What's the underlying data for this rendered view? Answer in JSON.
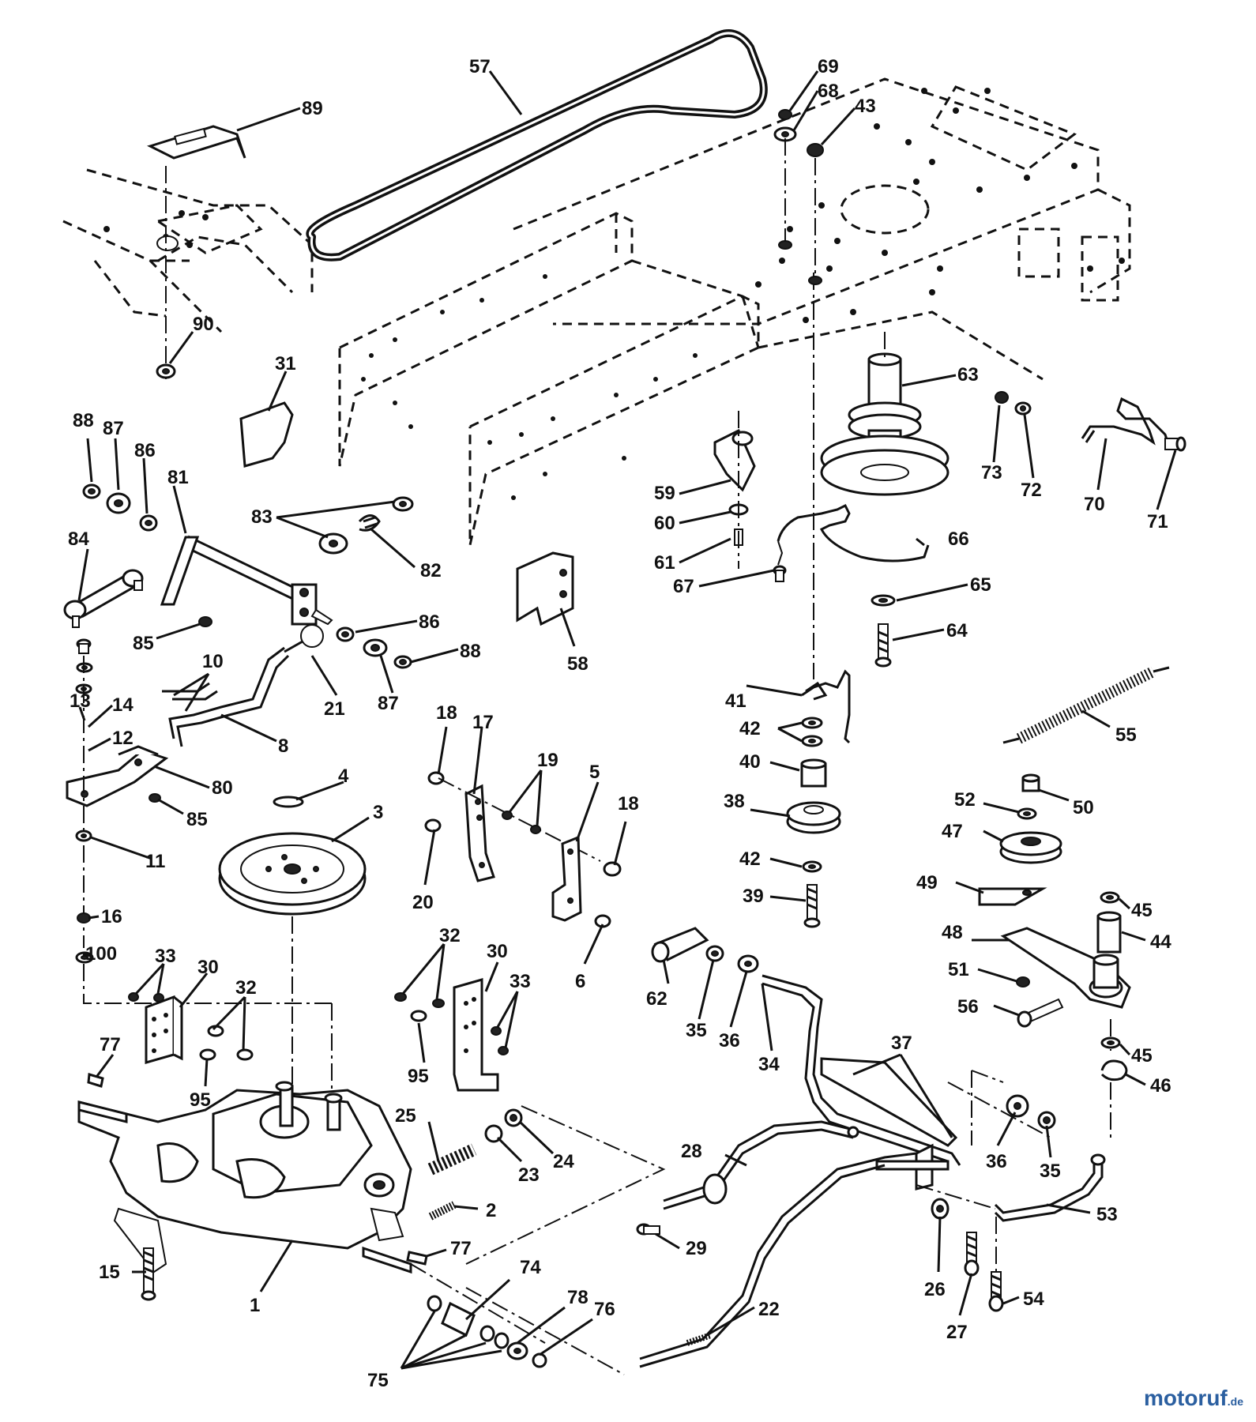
{
  "watermark": {
    "text": "motoruf",
    "suffix": ".de"
  },
  "callouts": [
    {
      "id": "57",
      "label": "57"
    },
    {
      "id": "89",
      "label": "89"
    },
    {
      "id": "69",
      "label": "69"
    },
    {
      "id": "68",
      "label": "68"
    },
    {
      "id": "43",
      "label": "43"
    },
    {
      "id": "90",
      "label": "90"
    },
    {
      "id": "31",
      "label": "31"
    },
    {
      "id": "63",
      "label": "63"
    },
    {
      "id": "88a",
      "label": "88"
    },
    {
      "id": "87a",
      "label": "87"
    },
    {
      "id": "86a",
      "label": "86"
    },
    {
      "id": "81",
      "label": "81"
    },
    {
      "id": "84",
      "label": "84"
    },
    {
      "id": "83",
      "label": "83"
    },
    {
      "id": "82",
      "label": "82"
    },
    {
      "id": "85a",
      "label": "85"
    },
    {
      "id": "86b",
      "label": "86"
    },
    {
      "id": "88b",
      "label": "88"
    },
    {
      "id": "87b",
      "label": "87"
    },
    {
      "id": "10",
      "label": "10"
    },
    {
      "id": "21",
      "label": "21"
    },
    {
      "id": "8",
      "label": "8"
    },
    {
      "id": "58",
      "label": "58"
    },
    {
      "id": "59",
      "label": "59"
    },
    {
      "id": "60",
      "label": "60"
    },
    {
      "id": "61",
      "label": "61"
    },
    {
      "id": "67",
      "label": "67"
    },
    {
      "id": "66",
      "label": "66"
    },
    {
      "id": "65",
      "label": "65"
    },
    {
      "id": "64",
      "label": "64"
    },
    {
      "id": "73",
      "label": "73"
    },
    {
      "id": "72",
      "label": "72"
    },
    {
      "id": "70",
      "label": "70"
    },
    {
      "id": "71",
      "label": "71"
    },
    {
      "id": "13",
      "label": "13"
    },
    {
      "id": "14",
      "label": "14"
    },
    {
      "id": "12",
      "label": "12"
    },
    {
      "id": "80",
      "label": "80"
    },
    {
      "id": "85b",
      "label": "85"
    },
    {
      "id": "11",
      "label": "11"
    },
    {
      "id": "4",
      "label": "4"
    },
    {
      "id": "3",
      "label": "3"
    },
    {
      "id": "18a",
      "label": "18"
    },
    {
      "id": "17",
      "label": "17"
    },
    {
      "id": "19",
      "label": "19"
    },
    {
      "id": "5",
      "label": "5"
    },
    {
      "id": "18b",
      "label": "18"
    },
    {
      "id": "20",
      "label": "20"
    },
    {
      "id": "6",
      "label": "6"
    },
    {
      "id": "41",
      "label": "41"
    },
    {
      "id": "42a",
      "label": "42"
    },
    {
      "id": "40",
      "label": "40"
    },
    {
      "id": "38",
      "label": "38"
    },
    {
      "id": "42b",
      "label": "42"
    },
    {
      "id": "39",
      "label": "39"
    },
    {
      "id": "55",
      "label": "55"
    },
    {
      "id": "52",
      "label": "52"
    },
    {
      "id": "50",
      "label": "50"
    },
    {
      "id": "47",
      "label": "47"
    },
    {
      "id": "49",
      "label": "49"
    },
    {
      "id": "45a",
      "label": "45"
    },
    {
      "id": "44",
      "label": "44"
    },
    {
      "id": "48",
      "label": "48"
    },
    {
      "id": "51",
      "label": "51"
    },
    {
      "id": "56",
      "label": "56"
    },
    {
      "id": "45b",
      "label": "45"
    },
    {
      "id": "46",
      "label": "46"
    },
    {
      "id": "16",
      "label": "16"
    },
    {
      "id": "100",
      "label": "100"
    },
    {
      "id": "33a",
      "label": "33"
    },
    {
      "id": "30a",
      "label": "30"
    },
    {
      "id": "32a",
      "label": "32"
    },
    {
      "id": "77a",
      "label": "77"
    },
    {
      "id": "95a",
      "label": "95"
    },
    {
      "id": "32b",
      "label": "32"
    },
    {
      "id": "30b",
      "label": "30"
    },
    {
      "id": "33b",
      "label": "33"
    },
    {
      "id": "95b",
      "label": "95"
    },
    {
      "id": "62",
      "label": "62"
    },
    {
      "id": "35a",
      "label": "35"
    },
    {
      "id": "36a",
      "label": "36"
    },
    {
      "id": "34",
      "label": "34"
    },
    {
      "id": "37",
      "label": "37"
    },
    {
      "id": "25",
      "label": "25"
    },
    {
      "id": "23",
      "label": "23"
    },
    {
      "id": "24",
      "label": "24"
    },
    {
      "id": "2",
      "label": "2"
    },
    {
      "id": "28",
      "label": "28"
    },
    {
      "id": "36b",
      "label": "36"
    },
    {
      "id": "35b",
      "label": "35"
    },
    {
      "id": "53",
      "label": "53"
    },
    {
      "id": "29",
      "label": "29"
    },
    {
      "id": "26",
      "label": "26"
    },
    {
      "id": "27",
      "label": "27"
    },
    {
      "id": "54",
      "label": "54"
    },
    {
      "id": "22",
      "label": "22"
    },
    {
      "id": "15",
      "label": "15"
    },
    {
      "id": "1",
      "label": "1"
    },
    {
      "id": "77b",
      "label": "77"
    },
    {
      "id": "74",
      "label": "74"
    },
    {
      "id": "78",
      "label": "78"
    },
    {
      "id": "76",
      "label": "76"
    },
    {
      "id": "75",
      "label": "75"
    }
  ]
}
